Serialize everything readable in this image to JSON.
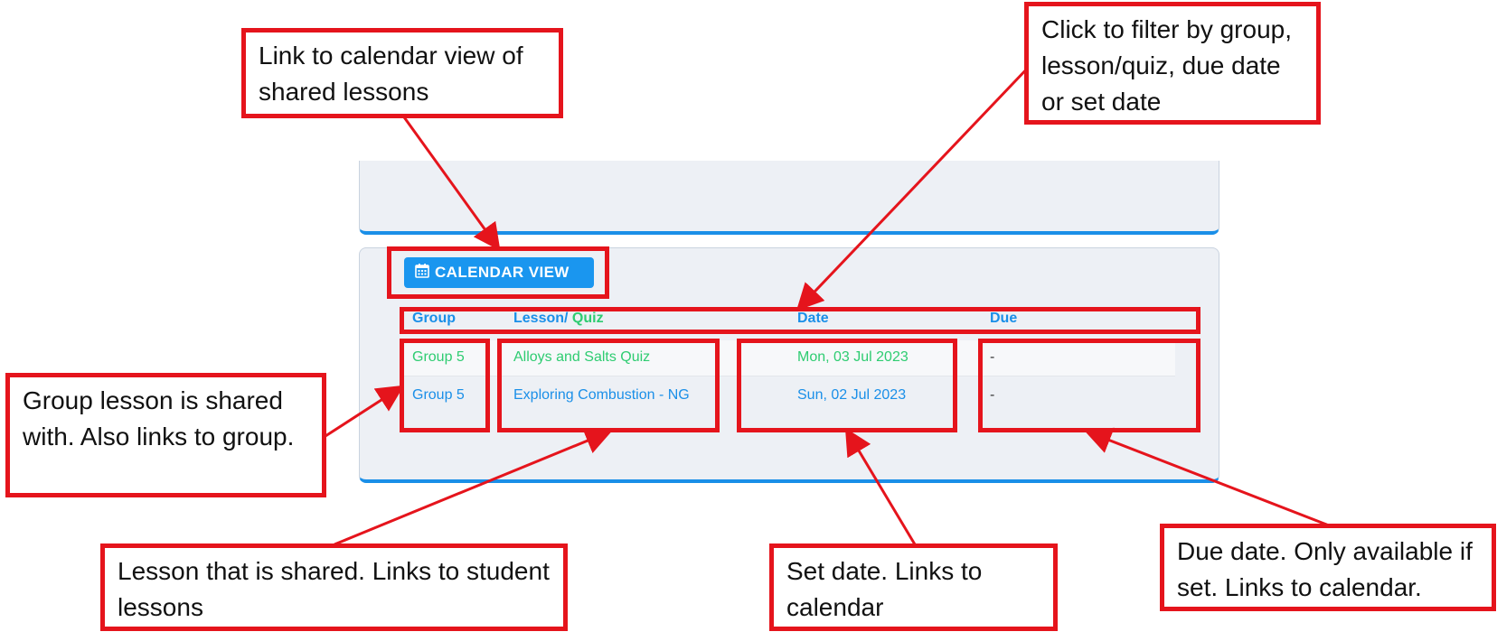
{
  "ui": {
    "calendar_button_label": "CALENDAR VIEW",
    "headers": {
      "group": "Group",
      "lesson": "Lesson/",
      "quiz": "Quiz",
      "date": "Date",
      "due": "Due"
    },
    "rows": [
      {
        "group": "Group 5",
        "lesson": "Alloys and Salts Quiz",
        "date": "Mon, 03 Jul 2023",
        "due": "-"
      },
      {
        "group": "Group 5",
        "lesson": "Exploring Combustion - NG",
        "date": "Sun, 02 Jul 2023",
        "due": "-"
      }
    ]
  },
  "annotations": {
    "calendar_link": "Link to calendar view of shared lessons",
    "filter": "Click to filter by group, lesson/quiz, due date or set date",
    "group": "Group lesson is shared with. Also links to group.",
    "lesson": "Lesson that is shared. Links to student lessons",
    "set_date": "Set date. Links to calendar",
    "due_date": "Due date. Only available if set. Links to calendar."
  },
  "colors": {
    "accent_blue": "#1a8fe8",
    "accent_green": "#2ecc71",
    "annotation_red": "#e5141c",
    "panel_bg": "#edf0f5"
  },
  "icons": {
    "calendar_button": "calendar-icon"
  }
}
